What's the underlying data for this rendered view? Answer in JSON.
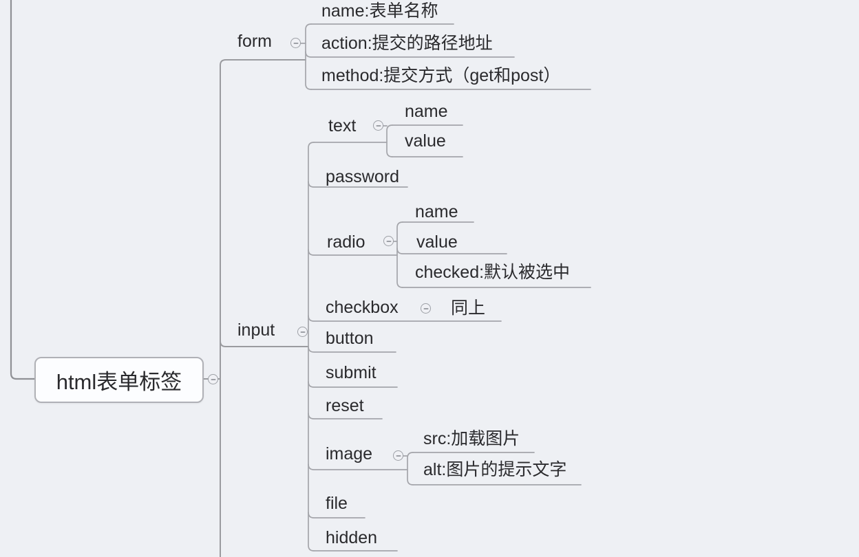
{
  "canvas": {
    "background_color": "#eef0f4",
    "line_color": "#a4a5aa",
    "text_color": "#2a2a2d"
  },
  "icons": {
    "collapse": "minus-circle"
  },
  "map": {
    "root": {
      "label": "html表单标签"
    },
    "branches": [
      {
        "label": "form",
        "children": [
          {
            "label": "name:表单名称"
          },
          {
            "label": "action:提交的路径地址"
          },
          {
            "label": "method:提交方式（get和post）"
          }
        ]
      },
      {
        "label": "input",
        "children": [
          {
            "label": "text",
            "children": [
              {
                "label": "name"
              },
              {
                "label": "value"
              }
            ]
          },
          {
            "label": "password"
          },
          {
            "label": "radio",
            "children": [
              {
                "label": "name"
              },
              {
                "label": "value"
              },
              {
                "label": "checked:默认被选中"
              }
            ]
          },
          {
            "label": "checkbox",
            "children": [
              {
                "label": "同上"
              }
            ]
          },
          {
            "label": "button"
          },
          {
            "label": "submit"
          },
          {
            "label": "reset"
          },
          {
            "label": "image",
            "children": [
              {
                "label": "src:加载图片"
              },
              {
                "label": "alt:图片的提示文字"
              }
            ]
          },
          {
            "label": "file"
          },
          {
            "label": "hidden"
          }
        ]
      }
    ]
  }
}
